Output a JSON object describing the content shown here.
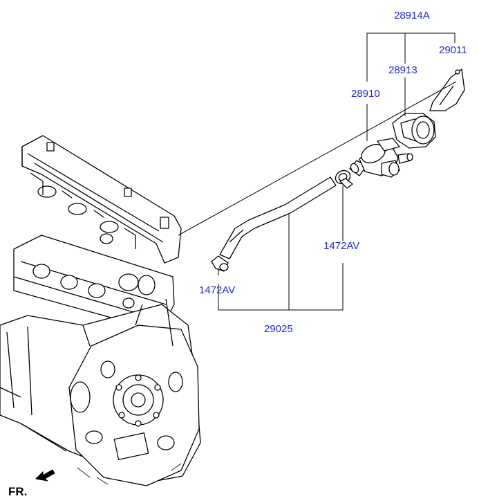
{
  "diagram": {
    "part_numbers": {
      "p28914A": "28914A",
      "p29011": "29011",
      "p28913": "28913",
      "p28910": "28910",
      "p1472AV_right": "1472AV",
      "p1472AV_left": "1472AV",
      "p29025": "29025"
    },
    "front_indicator": "FR.",
    "label_color": "#1f2bd6"
  }
}
